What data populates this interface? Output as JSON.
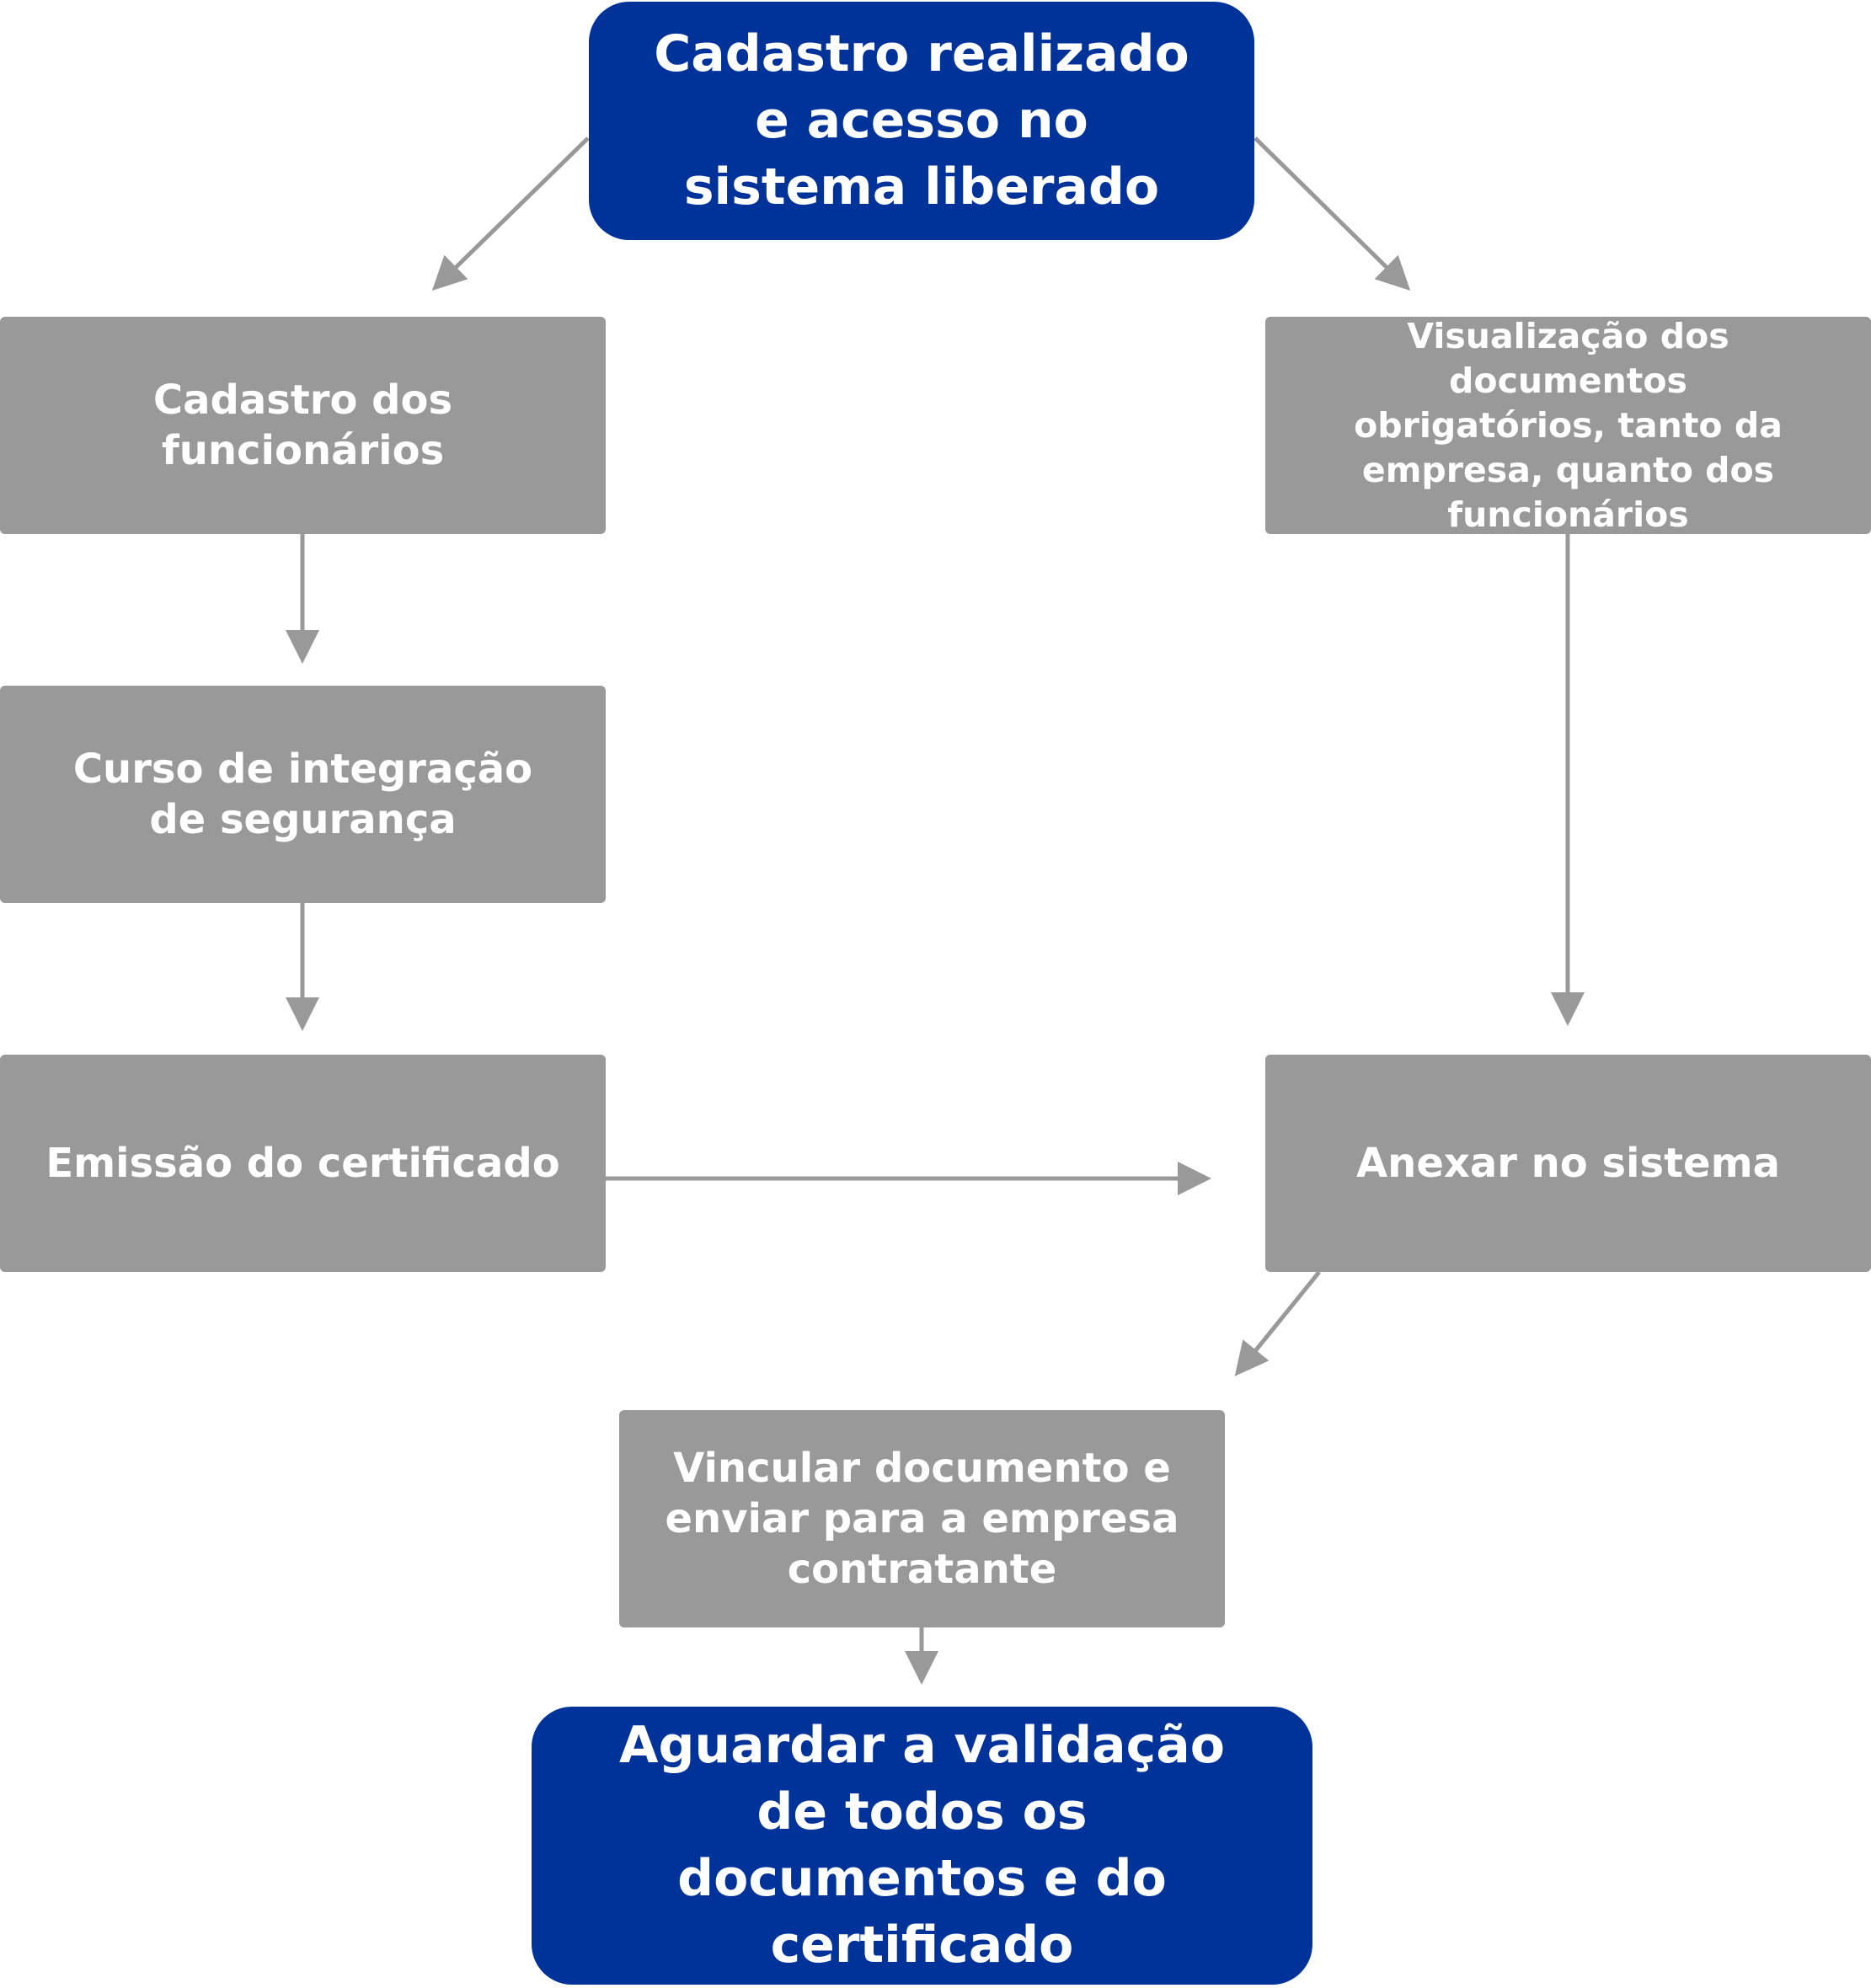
{
  "nodes": {
    "start": {
      "label": "Cadastro realizado e acesso no sistema liberado"
    },
    "cadastro_funcionarios": {
      "label": "Cadastro dos funcionários"
    },
    "curso_integracao": {
      "label": "Curso de integração de segurança"
    },
    "emissao_certificado": {
      "label": "Emissão do certificado"
    },
    "visualizacao_documentos": {
      "label": "Visualização dos documentos obrigatórios, tanto da empresa, quanto dos funcionários"
    },
    "anexar_sistema": {
      "label": "Anexar no sistema"
    },
    "vincular_documento": {
      "label": "Vincular documento e enviar para a empresa contratante"
    },
    "aguardar_validacao": {
      "label": "Aguardar a validação de todos os documentos e do certificado"
    }
  },
  "colors": {
    "primary_node": "#003399",
    "secondary_node": "#999999",
    "arrow": "#999999",
    "text": "#ffffff"
  }
}
